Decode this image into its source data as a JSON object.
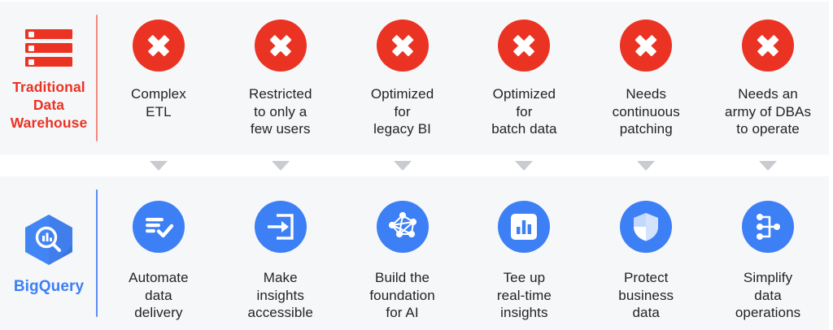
{
  "meta": {
    "title": "Traditional Data Warehouse vs BigQuery comparison",
    "colors": {
      "panel_background": "#f6f7f9",
      "page_background": "#ffffff",
      "red": "#ea3323",
      "red_divider": "#f4877c",
      "blue": "#3d7ff4",
      "blue_divider": "#5b8df6",
      "arrow_grey": "#c8ccd1",
      "text_dark": "#212326"
    }
  },
  "rows": [
    {
      "id": "traditional-data-warehouse",
      "brand": {
        "label": "Traditional\nData\nWarehouse",
        "label_lines": [
          "Traditional",
          "Data",
          "Warehouse"
        ],
        "icon": "database-stack-icon",
        "color": "#ea3323"
      },
      "items": [
        {
          "icon": "x-circle-icon",
          "label_lines": [
            "Complex",
            "ETL"
          ]
        },
        {
          "icon": "x-circle-icon",
          "label_lines": [
            "Restricted",
            "to only a",
            "few users"
          ]
        },
        {
          "icon": "x-circle-icon",
          "label_lines": [
            "Optimized",
            "for",
            "legacy BI"
          ]
        },
        {
          "icon": "x-circle-icon",
          "label_lines": [
            "Optimized",
            "for",
            "batch data"
          ]
        },
        {
          "icon": "x-circle-icon",
          "label_lines": [
            "Needs",
            "continuous",
            "patching"
          ]
        },
        {
          "icon": "x-circle-icon",
          "label_lines": [
            "Needs an",
            "army of DBAs",
            "to operate"
          ]
        }
      ]
    },
    {
      "id": "bigquery",
      "brand": {
        "label": "BigQuery",
        "label_lines": [
          "BigQuery"
        ],
        "icon": "bigquery-hexagon-logo",
        "color": "#3d7ff4"
      },
      "items": [
        {
          "icon": "checklist-icon",
          "label_lines": [
            "Automate",
            "data",
            "delivery"
          ]
        },
        {
          "icon": "login-arrow-icon",
          "label_lines": [
            "Make",
            "insights",
            "accessible"
          ]
        },
        {
          "icon": "network-graph-icon",
          "label_lines": [
            "Build the",
            "foundation",
            "for AI"
          ]
        },
        {
          "icon": "bar-chart-icon",
          "label_lines": [
            "Tee up",
            "real-time",
            "insights"
          ]
        },
        {
          "icon": "shield-icon",
          "label_lines": [
            "Protect",
            "business",
            "data"
          ]
        },
        {
          "icon": "workflow-nodes-icon",
          "label_lines": [
            "Simplify",
            "data",
            "operations"
          ]
        }
      ]
    }
  ],
  "arrows": {
    "count": 6,
    "direction": "down",
    "glyph": "▼"
  }
}
